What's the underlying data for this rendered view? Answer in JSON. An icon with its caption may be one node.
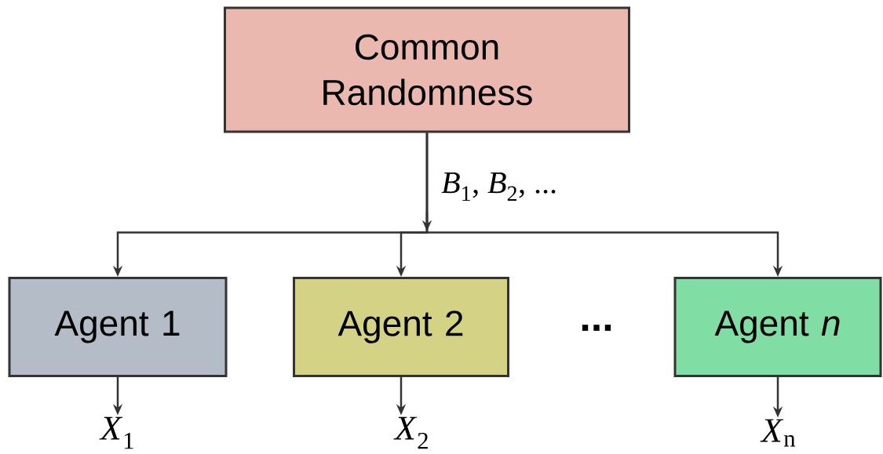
{
  "diagram": {
    "nodes": [
      {
        "text": [
          "Common Randomness"
        ]
      },
      {
        "text": [
          "Agent 1"
        ]
      },
      {
        "text": [
          "Agent 2"
        ]
      },
      {
        "text": [
          "Agent *n*"
        ]
      },
      {
        "text": [
          "*X*$_{1}$"
        ]
      },
      {
        "text": [
          "*X*$_{2}$"
        ]
      },
      {
        "text": [
          "*X*$_{n}$"
        ]
      }
    ],
    "edges": [
      {
        "from": 0,
        "to": 1,
        "arrow": "to"
      },
      {
        "from": 0,
        "to": 2,
        "arrow": "to",
        "label": "*B*$_{1}$, *B*$_{2}$, ..."
      },
      {
        "from": 0,
        "to": 3,
        "arrow": "to"
      },
      {
        "from": 1,
        "to": 4,
        "arrow": "to"
      },
      {
        "from": 2,
        "to": 5,
        "arrow": "to"
      },
      {
        "from": 3,
        "to": 6,
        "arrow": "to"
      }
    ],
    "labels": [
      "..."
    ]
  }
}
